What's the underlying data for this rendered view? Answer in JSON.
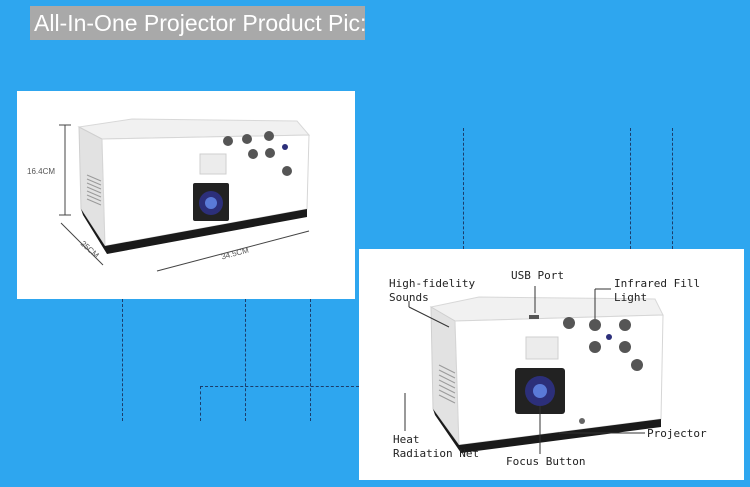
{
  "title": "All-In-One Projector Product Pic:",
  "dimensions": {
    "height": "16.4CM",
    "depth": "25CM",
    "width": "34.5CM"
  },
  "callouts": {
    "high_fidelity": "High-fidelity\nSounds",
    "usb_port": "USB Port",
    "infrared": "Infrared Fill\nLight",
    "heat": "Heat\nRadiation Net",
    "focus": "Focus Button",
    "projector": "Projector"
  },
  "colors": {
    "background": "#2ea6ef",
    "title_bg": "#a9a9a9",
    "panel": "#ffffff"
  }
}
